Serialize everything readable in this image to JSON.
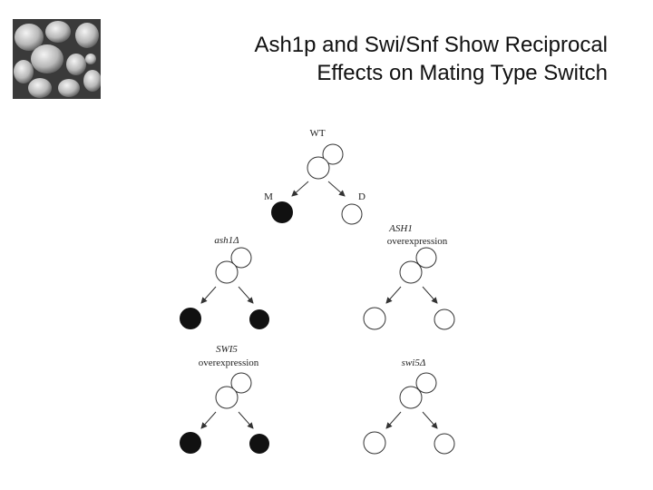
{
  "slide": {
    "title_line1": "Ash1p and Swi/Snf Show Reciprocal",
    "title_line2": "Effects on Mating Type Switch"
  },
  "photo": {
    "icon": "yeast-cells-micrograph-icon"
  },
  "diagram": {
    "wt": {
      "label": "WT",
      "mother_label": "M",
      "daughter_label": "D"
    },
    "ash1_delta": {
      "label": "ash1Δ"
    },
    "ash1_over": {
      "label_line1": "ASH1",
      "label_line2": "overexpression"
    },
    "swi5_over": {
      "label_line1": "SWI5",
      "label_line2": "overexpression"
    },
    "swi5_delta": {
      "label": "swi5Δ"
    }
  },
  "colors": {
    "filled_cell": "#111111",
    "empty_cell": "#ffffff",
    "stroke": "#333333"
  }
}
